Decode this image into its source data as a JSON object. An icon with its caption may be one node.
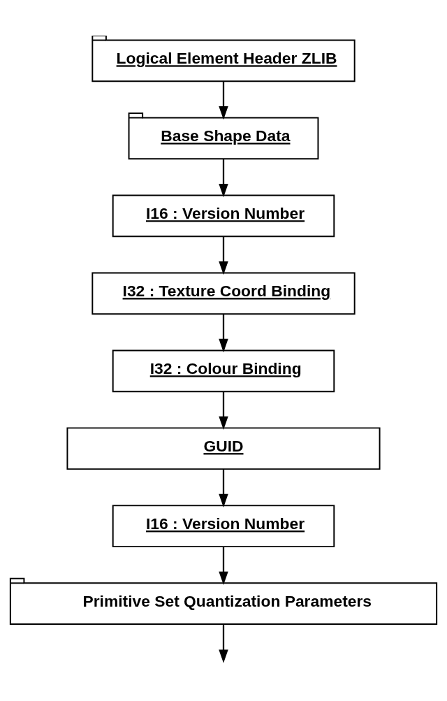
{
  "diagram": {
    "nodes": [
      {
        "text": [
          "Logical Element Header ZLIB"
        ]
      },
      {
        "text": [
          "Base Shape Data"
        ]
      },
      {
        "text": [
          "I16 : Version Number"
        ]
      },
      {
        "text": [
          "I32 : Texture Coord Binding"
        ]
      },
      {
        "text": [
          "I32 : Colour Binding"
        ]
      },
      {
        "text": [
          "GUID"
        ]
      },
      {
        "text": [
          "I16 : Version Number"
        ]
      },
      {
        "text": [
          "Primitive Set Quantization Parameters"
        ]
      }
    ],
    "edges": [
      {
        "from": 0,
        "to": 1,
        "arrow": "to"
      },
      {
        "from": 1,
        "to": 2,
        "arrow": "to"
      },
      {
        "from": 2,
        "to": 3,
        "arrow": "to"
      },
      {
        "from": 3,
        "to": 4,
        "arrow": "to"
      },
      {
        "from": 4,
        "to": 5,
        "arrow": "to"
      },
      {
        "from": 5,
        "to": 6,
        "arrow": "to"
      },
      {
        "from": 6,
        "to": 7,
        "arrow": "to"
      },
      {
        "from": 7,
        "to": null,
        "arrow": "to"
      }
    ]
  }
}
